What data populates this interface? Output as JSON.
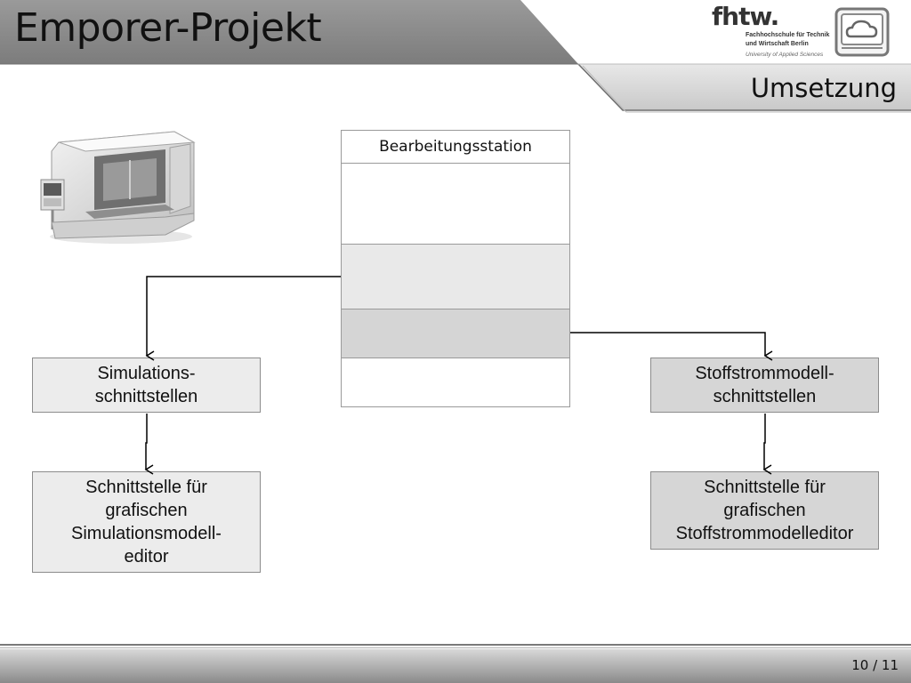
{
  "header": {
    "title": "Emporer-Projekt",
    "section": "Umsetzung"
  },
  "logo": {
    "mark": "fhtw.",
    "line1": "Fachhochschule für Technik",
    "line2": "und Wirtschaft Berlin",
    "line3": "University of Applied Sciences"
  },
  "station": {
    "title": "Bearbeitungsstation"
  },
  "boxes": {
    "sim_interfaces": [
      "Simulations-",
      "schnittstellen"
    ],
    "sim_editor": [
      "Schnittstelle für",
      "grafischen",
      "Simulationsmodell-",
      "editor"
    ],
    "stoff_interfaces": [
      "Stoffstrommodell-",
      "schnittstellen"
    ],
    "stoff_editor": [
      "Schnittstelle für",
      "grafischen",
      "Stoffstrommodelleditor"
    ]
  },
  "footer": {
    "page": "10 / 11"
  },
  "colors": {
    "band_dark": "#8f8f8f",
    "band_light": "#d9d9d9",
    "row_light": "#e9e9e9",
    "row_mid": "#d5d5d5"
  },
  "icons": [
    "machine-tool-image",
    "cloud-monitor-icon"
  ]
}
